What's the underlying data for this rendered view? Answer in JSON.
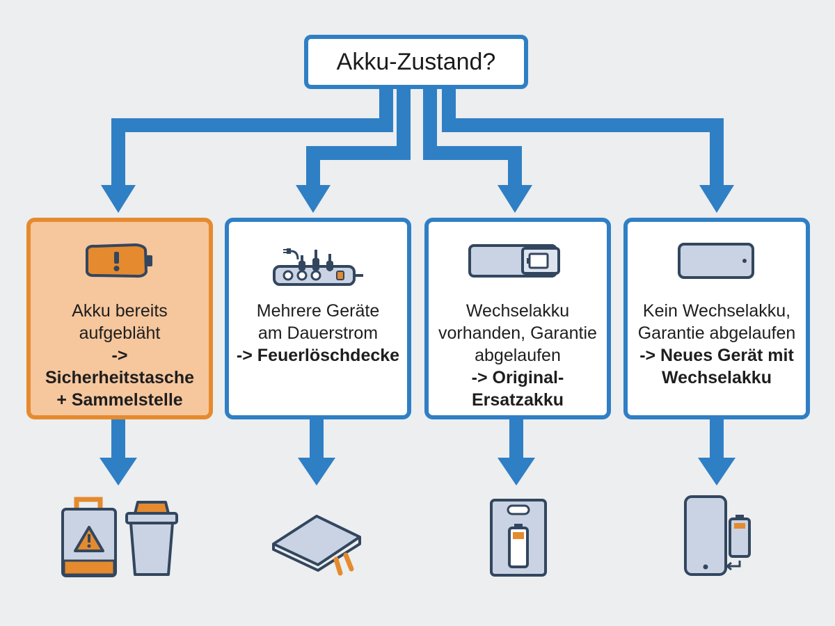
{
  "colors": {
    "accent_blue": "#2f7fc5",
    "warn_orange": "#e58a2e",
    "warn_fill": "#f6c69d",
    "icon_fill": "#c9d3e3",
    "icon_stroke": "#33465f",
    "background": "#eceeef"
  },
  "root": {
    "label": "Akku-Zustand?"
  },
  "branches": [
    {
      "id": "swollen",
      "icon": "swollen-battery-warning-icon",
      "lines": [
        "Akku bereits",
        "aufgebläht"
      ],
      "action_lines": [
        "-> Sicherheitstasche",
        "+ Sammelstelle"
      ],
      "result_icons": [
        "safety-bag-warning-icon",
        "collection-bin-icon"
      ]
    },
    {
      "id": "continuous-power",
      "icon": "power-strip-icon",
      "lines": [
        "Mehrere Geräte",
        "am Dauerstrom"
      ],
      "action_lines": [
        "-> Feuerlöschdecke"
      ],
      "result_icons": [
        "fire-blanket-icon"
      ]
    },
    {
      "id": "replaceable-battery",
      "icon": "removable-battery-icon",
      "lines": [
        "Wechselakku",
        "vorhanden, Garantie",
        "abgelaufen"
      ],
      "action_lines": [
        "-> Original-",
        "Ersatzakku"
      ],
      "result_icons": [
        "battery-package-icon"
      ]
    },
    {
      "id": "no-replaceable",
      "icon": "device-battery-icon",
      "lines": [
        "Kein Wechselakku,",
        "Garantie abgelaufen"
      ],
      "action_lines": [
        "-> Neues Gerät mit",
        "Wechselakku"
      ],
      "result_icons": [
        "phone-with-replaceable-battery-icon"
      ]
    }
  ]
}
